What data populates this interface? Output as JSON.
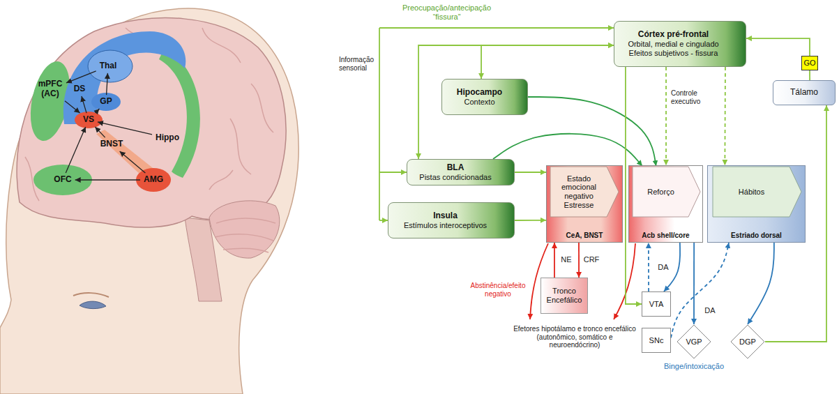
{
  "diagram": {
    "nodes": [
      {
        "text": [
          "mPFC (AC)"
        ]
      },
      {
        "text": [
          "DS"
        ]
      },
      {
        "text": [
          "Thal"
        ]
      },
      {
        "text": [
          "GP"
        ]
      },
      {
        "text": [
          "VS"
        ]
      },
      {
        "text": [
          "BNST"
        ]
      },
      {
        "text": [
          "Hippo"
        ]
      },
      {
        "text": [
          "OFC"
        ]
      },
      {
        "text": [
          "AMG"
        ]
      },
      {
        "text": [
          "Córtex pré-frontal",
          "Orbital, medial e cingulado",
          "Efeitos subjetivos - fissura"
        ]
      },
      {
        "text": [
          "GO"
        ]
      },
      {
        "text": [
          "Hipocampo",
          "Contexto"
        ]
      },
      {
        "text": [
          "Tálamo"
        ]
      },
      {
        "text": [
          "BLA",
          "Pistas condicionadas"
        ]
      },
      {
        "text": [
          "Insula",
          "Estímulos interoceptivos"
        ]
      },
      {
        "text": [
          "CeA, BNST"
        ]
      },
      {
        "text": [
          "Estado emocional negativo Estresse"
        ],
        "in": 15
      },
      {
        "text": [
          "Acb shell/core"
        ]
      },
      {
        "text": [
          "Reforço"
        ],
        "in": 17
      },
      {
        "text": [
          "Estriado dorsal"
        ]
      },
      {
        "text": [
          "Hábitos"
        ],
        "in": 19
      },
      {
        "text": [
          "Tronco Encefálico"
        ]
      },
      {
        "text": [
          "VTA"
        ]
      },
      {
        "text": [
          "SNc"
        ]
      },
      {
        "text": [
          "VGP"
        ]
      },
      {
        "text": [
          "DGP"
        ]
      }
    ],
    "edges": [
      {
        "from": 7,
        "to": 4,
        "arrow": "to"
      },
      {
        "from": 0,
        "to": 4,
        "arrow": "to"
      },
      {
        "from": 6,
        "to": 4,
        "arrow": "to"
      },
      {
        "from": 8,
        "to": 5,
        "arrow": "to"
      },
      {
        "from": 5,
        "to": 4,
        "arrow": "to"
      },
      {
        "from": 4,
        "to": 1,
        "arrow": "to"
      },
      {
        "from": 4,
        "to": 3,
        "arrow": "to"
      },
      {
        "from": 3,
        "to": 2,
        "arrow": "to"
      },
      {
        "from": 2,
        "to": 0,
        "arrow": "to"
      },
      {
        "from": 8,
        "to": 7,
        "arrow": "to"
      },
      {
        "from": 9,
        "to": 11,
        "arrow": "both"
      },
      {
        "from": 9,
        "to": 13,
        "arrow": "both"
      },
      {
        "from": 13,
        "to": 15,
        "arrow": "to"
      },
      {
        "from": 14,
        "to": 15,
        "arrow": "to"
      },
      {
        "from": 11,
        "to": 18,
        "arrow": "to"
      },
      {
        "from": 13,
        "to": 18,
        "arrow": "to"
      },
      {
        "from": 9,
        "to": 17,
        "arrow": "to"
      },
      {
        "from": 9,
        "to": 19,
        "arrow": "to"
      },
      {
        "from": 9,
        "to": 22,
        "arrow": "to"
      },
      {
        "from": 12,
        "to": 10,
        "arrow": "none"
      },
      {
        "from": 10,
        "to": 9,
        "arrow": "to"
      },
      {
        "from": 25,
        "to": 12,
        "arrow": "to"
      },
      {
        "from": 15,
        "to": 21,
        "label": "CRF",
        "arrow": "to"
      },
      {
        "from": 21,
        "to": 15,
        "label": "NE",
        "arrow": "to"
      },
      {
        "from": 17,
        "to": 22,
        "arrow": "to"
      },
      {
        "from": 22,
        "to": 17,
        "label": "DA",
        "arrow": "to"
      },
      {
        "from": 17,
        "to": 24,
        "arrow": "to"
      },
      {
        "from": 23,
        "to": 19,
        "label": "DA",
        "arrow": "to"
      },
      {
        "from": 19,
        "to": 25,
        "arrow": "to"
      }
    ],
    "labels": [
      "Preocupação/antecipação “fissura”",
      "Informação sensorial",
      "Controle executivo",
      "Abstinência/efeito negativo",
      "Efetores hipotálamo e tronco encefálico (autonômico, somático e neuroendócrino)",
      "Binge/intoxicação"
    ]
  }
}
